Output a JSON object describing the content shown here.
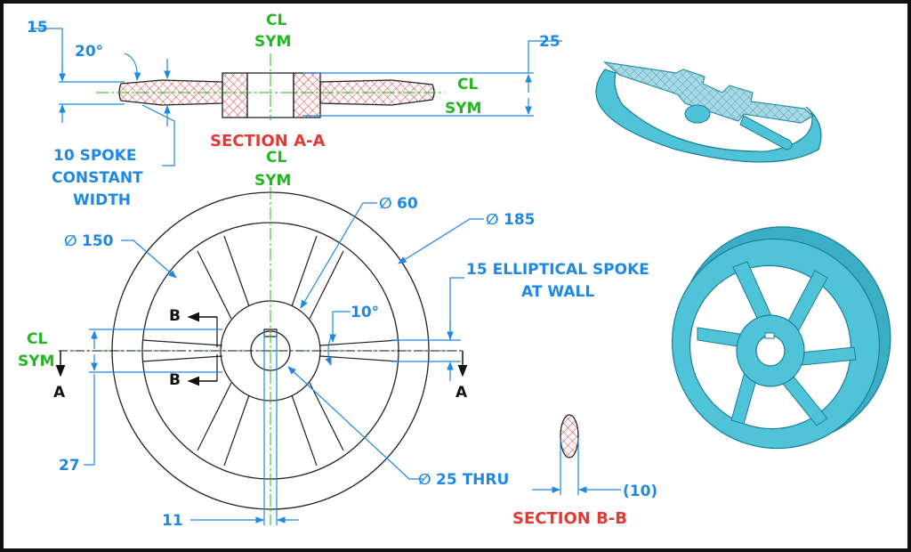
{
  "section_aa": {
    "title": "SECTION A-A",
    "dim_15": "15",
    "angle_20": "20°",
    "dim_25": "25",
    "note_line1": "10 SPOKE",
    "note_line2": "CONSTANT",
    "note_line3": "WIDTH",
    "cl_mark": "CL",
    "sym": "SYM"
  },
  "front_view": {
    "cl_mark": "CL",
    "sym": "SYM",
    "dia_150": "150",
    "dia_60": "60",
    "dia_185": "185",
    "spoke_note_line1": "15 ELLIPTICAL SPOKE",
    "spoke_note_line2": "AT WALL",
    "angle_10": "10°",
    "dim_27": "27",
    "dim_11": "11",
    "thru": "25 THRU",
    "cut_a": "A",
    "cut_b": "B",
    "left_cl": "CL",
    "left_sym": "SYM"
  },
  "section_bb": {
    "title": "SECTION B-B",
    "dim_10": "(10)"
  },
  "colors": {
    "dimension": "#1e88e5",
    "centerline": "#22b722",
    "section_title": "#e53935",
    "hatch": "#e53935",
    "model_fill": "#4fc3d8"
  }
}
